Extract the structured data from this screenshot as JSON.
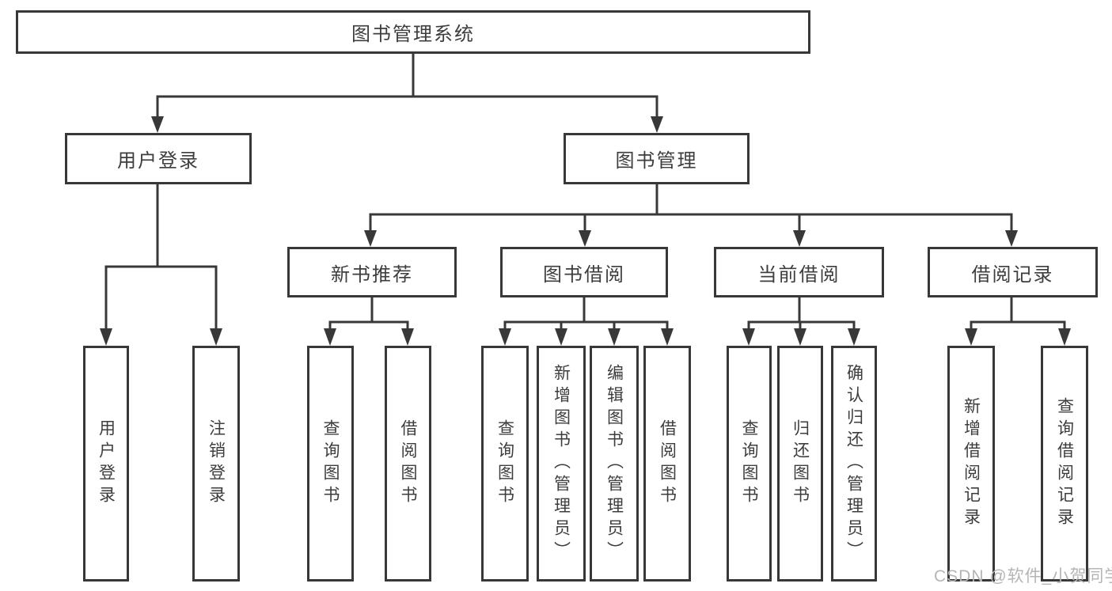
{
  "tree": {
    "root": "图书管理系统",
    "children": [
      {
        "label": "用户登录",
        "children": [
          {
            "label": "用户登录"
          },
          {
            "label": "注销登录"
          }
        ]
      },
      {
        "label": "图书管理",
        "children": [
          {
            "label": "新书推荐",
            "children": [
              {
                "label": "查询图书"
              },
              {
                "label": "借阅图书"
              }
            ]
          },
          {
            "label": "图书借阅",
            "children": [
              {
                "label": "查询图书"
              },
              {
                "label": "新增图书（管理员）"
              },
              {
                "label": "编辑图书（管理员）"
              },
              {
                "label": "借阅图书"
              }
            ]
          },
          {
            "label": "当前借阅",
            "children": [
              {
                "label": "查询图书"
              },
              {
                "label": "归还图书"
              },
              {
                "label": "确认归还（管理员）"
              }
            ]
          },
          {
            "label": "借阅记录",
            "children": [
              {
                "label": "新增借阅记录"
              },
              {
                "label": "查询借阅记录"
              }
            ]
          }
        ]
      }
    ]
  },
  "watermark": "CSDN @软件_小贺同学",
  "colors": {
    "line": "#383838",
    "text": "#3d3d3d",
    "background": "#ffffff",
    "watermark": "#b5b5b5"
  }
}
